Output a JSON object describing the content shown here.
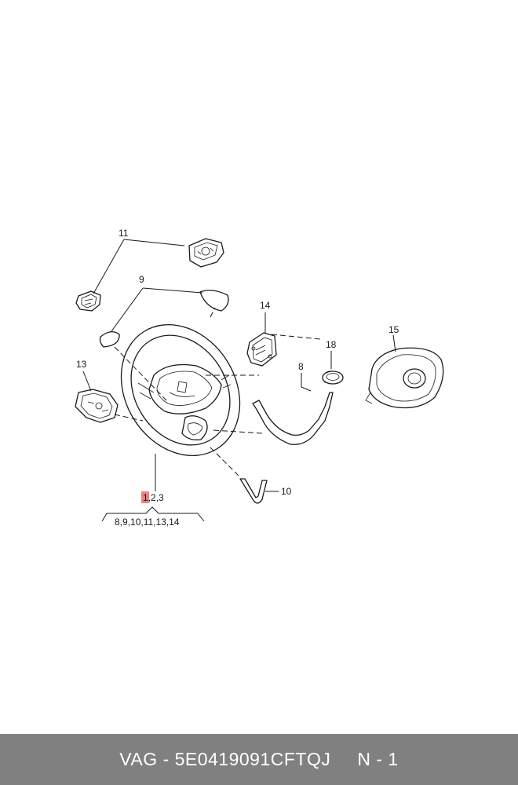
{
  "diagram": {
    "callouts": {
      "c11": "11",
      "c9": "9",
      "c14": "14",
      "c15": "15",
      "c18": "18",
      "c13": "13",
      "c8": "8",
      "c10": "10"
    },
    "main_ref": {
      "highlight": "1",
      "rest": ",2,3"
    },
    "sub_refs": "8,9,10,11,13,14",
    "highlight_color": "#f08080"
  },
  "footer": {
    "brand_part": "VAG - 5E0419091CFTQJ",
    "quantity": "N - 1"
  }
}
